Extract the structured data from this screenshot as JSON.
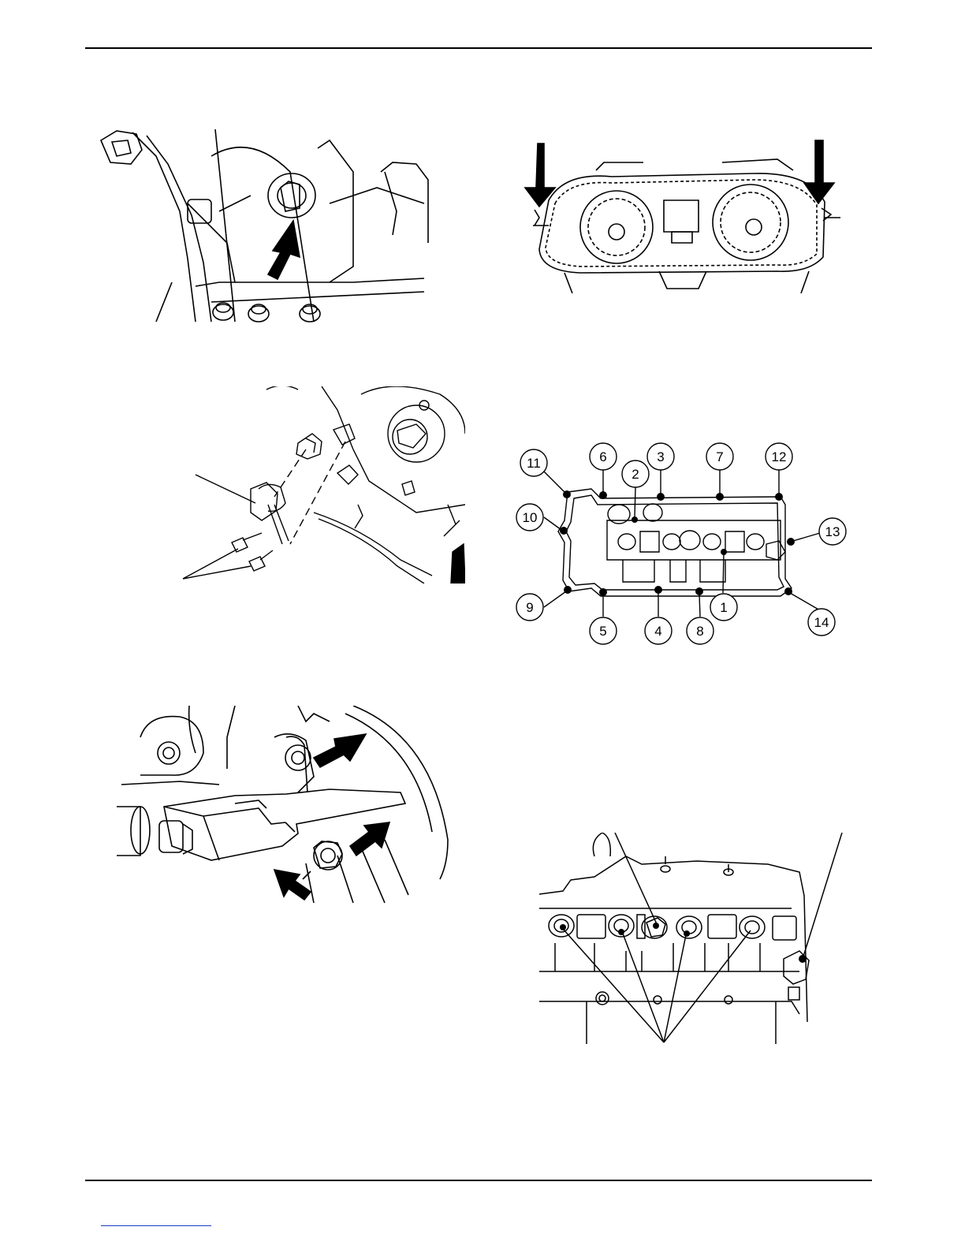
{
  "figures": {
    "valve_cover": {
      "callouts": [
        "1",
        "2",
        "3",
        "4",
        "5",
        "6",
        "7",
        "8",
        "9",
        "10",
        "11",
        "12",
        "13",
        "14"
      ]
    }
  }
}
